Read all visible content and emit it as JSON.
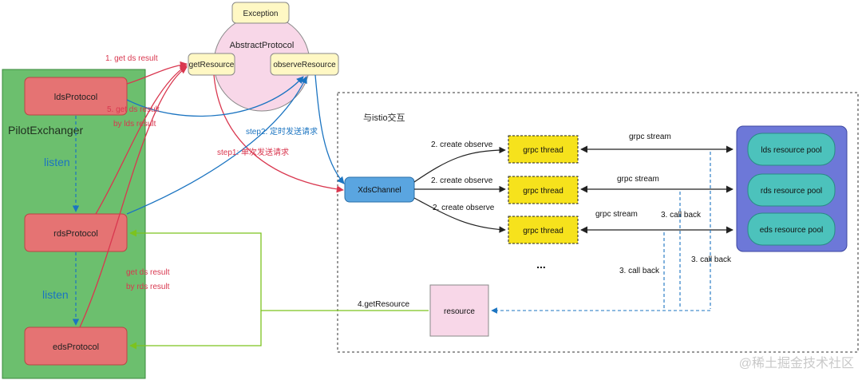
{
  "pilot_exchanger": {
    "label": "PilotExchanger"
  },
  "abstract_protocol": {
    "label": "AbstractProtocol",
    "exception": "Exception",
    "get_resource": "getResource",
    "observe_resource": "observeResource"
  },
  "protocols": {
    "lds": "ldsProtocol",
    "rds": "rdsProtocol",
    "eds": "edsProtocol"
  },
  "listen_labels": [
    "listen",
    "listen"
  ],
  "istio_region": {
    "label": "与istio交互"
  },
  "xds_channel": "XdsChannel",
  "grpc_threads": [
    "grpc thread",
    "grpc thread",
    "grpc thread"
  ],
  "ellipsis": "...",
  "resource_pools": [
    "lds resource pool",
    "rds resource pool",
    "eds resource pool"
  ],
  "resource_box": "resource",
  "edge_labels": {
    "get_ds_result_1": "1. get ds result",
    "get_ds_result_5_line1": "5. get ds result",
    "get_ds_result_5_line2": "by lds result",
    "get_ds_result_rds_line1": "get ds result",
    "get_ds_result_rds_line2": "by rds result",
    "step2": "step2: 定时发送请求",
    "step1": "step1: 单次发送请求",
    "create_observe_1": "2. create  observe",
    "create_observe_2": "2. create observe",
    "create_observe_3": "2. create observe",
    "grpc_stream_1": "grpc stream",
    "grpc_stream_2": "grpc stream",
    "grpc_stream_3": "grpc stream",
    "call_back_a": "3. call back",
    "call_back_b": "3. call back",
    "call_back_c": "3. call back",
    "get_resource_4": "4.getResource"
  },
  "watermark": "@稀土掘金技术社区",
  "colors": {
    "pilot_fill": "#6cbf6e",
    "protocol_fill": "#e57373",
    "abstract_fill": "#f8d7e8",
    "method_fill": "#fff8c4",
    "xds_fill": "#5aa5e0",
    "grpc_fill": "#f6e21c",
    "pool_container": "#6d78d8",
    "pool_fill": "#4cc2bc",
    "resource_fill": "#f8d7e8",
    "red_edge": "#d9374f",
    "blue_edge": "#1b74c1",
    "green_edge": "#7cc31f",
    "dark_edge": "#222222"
  }
}
